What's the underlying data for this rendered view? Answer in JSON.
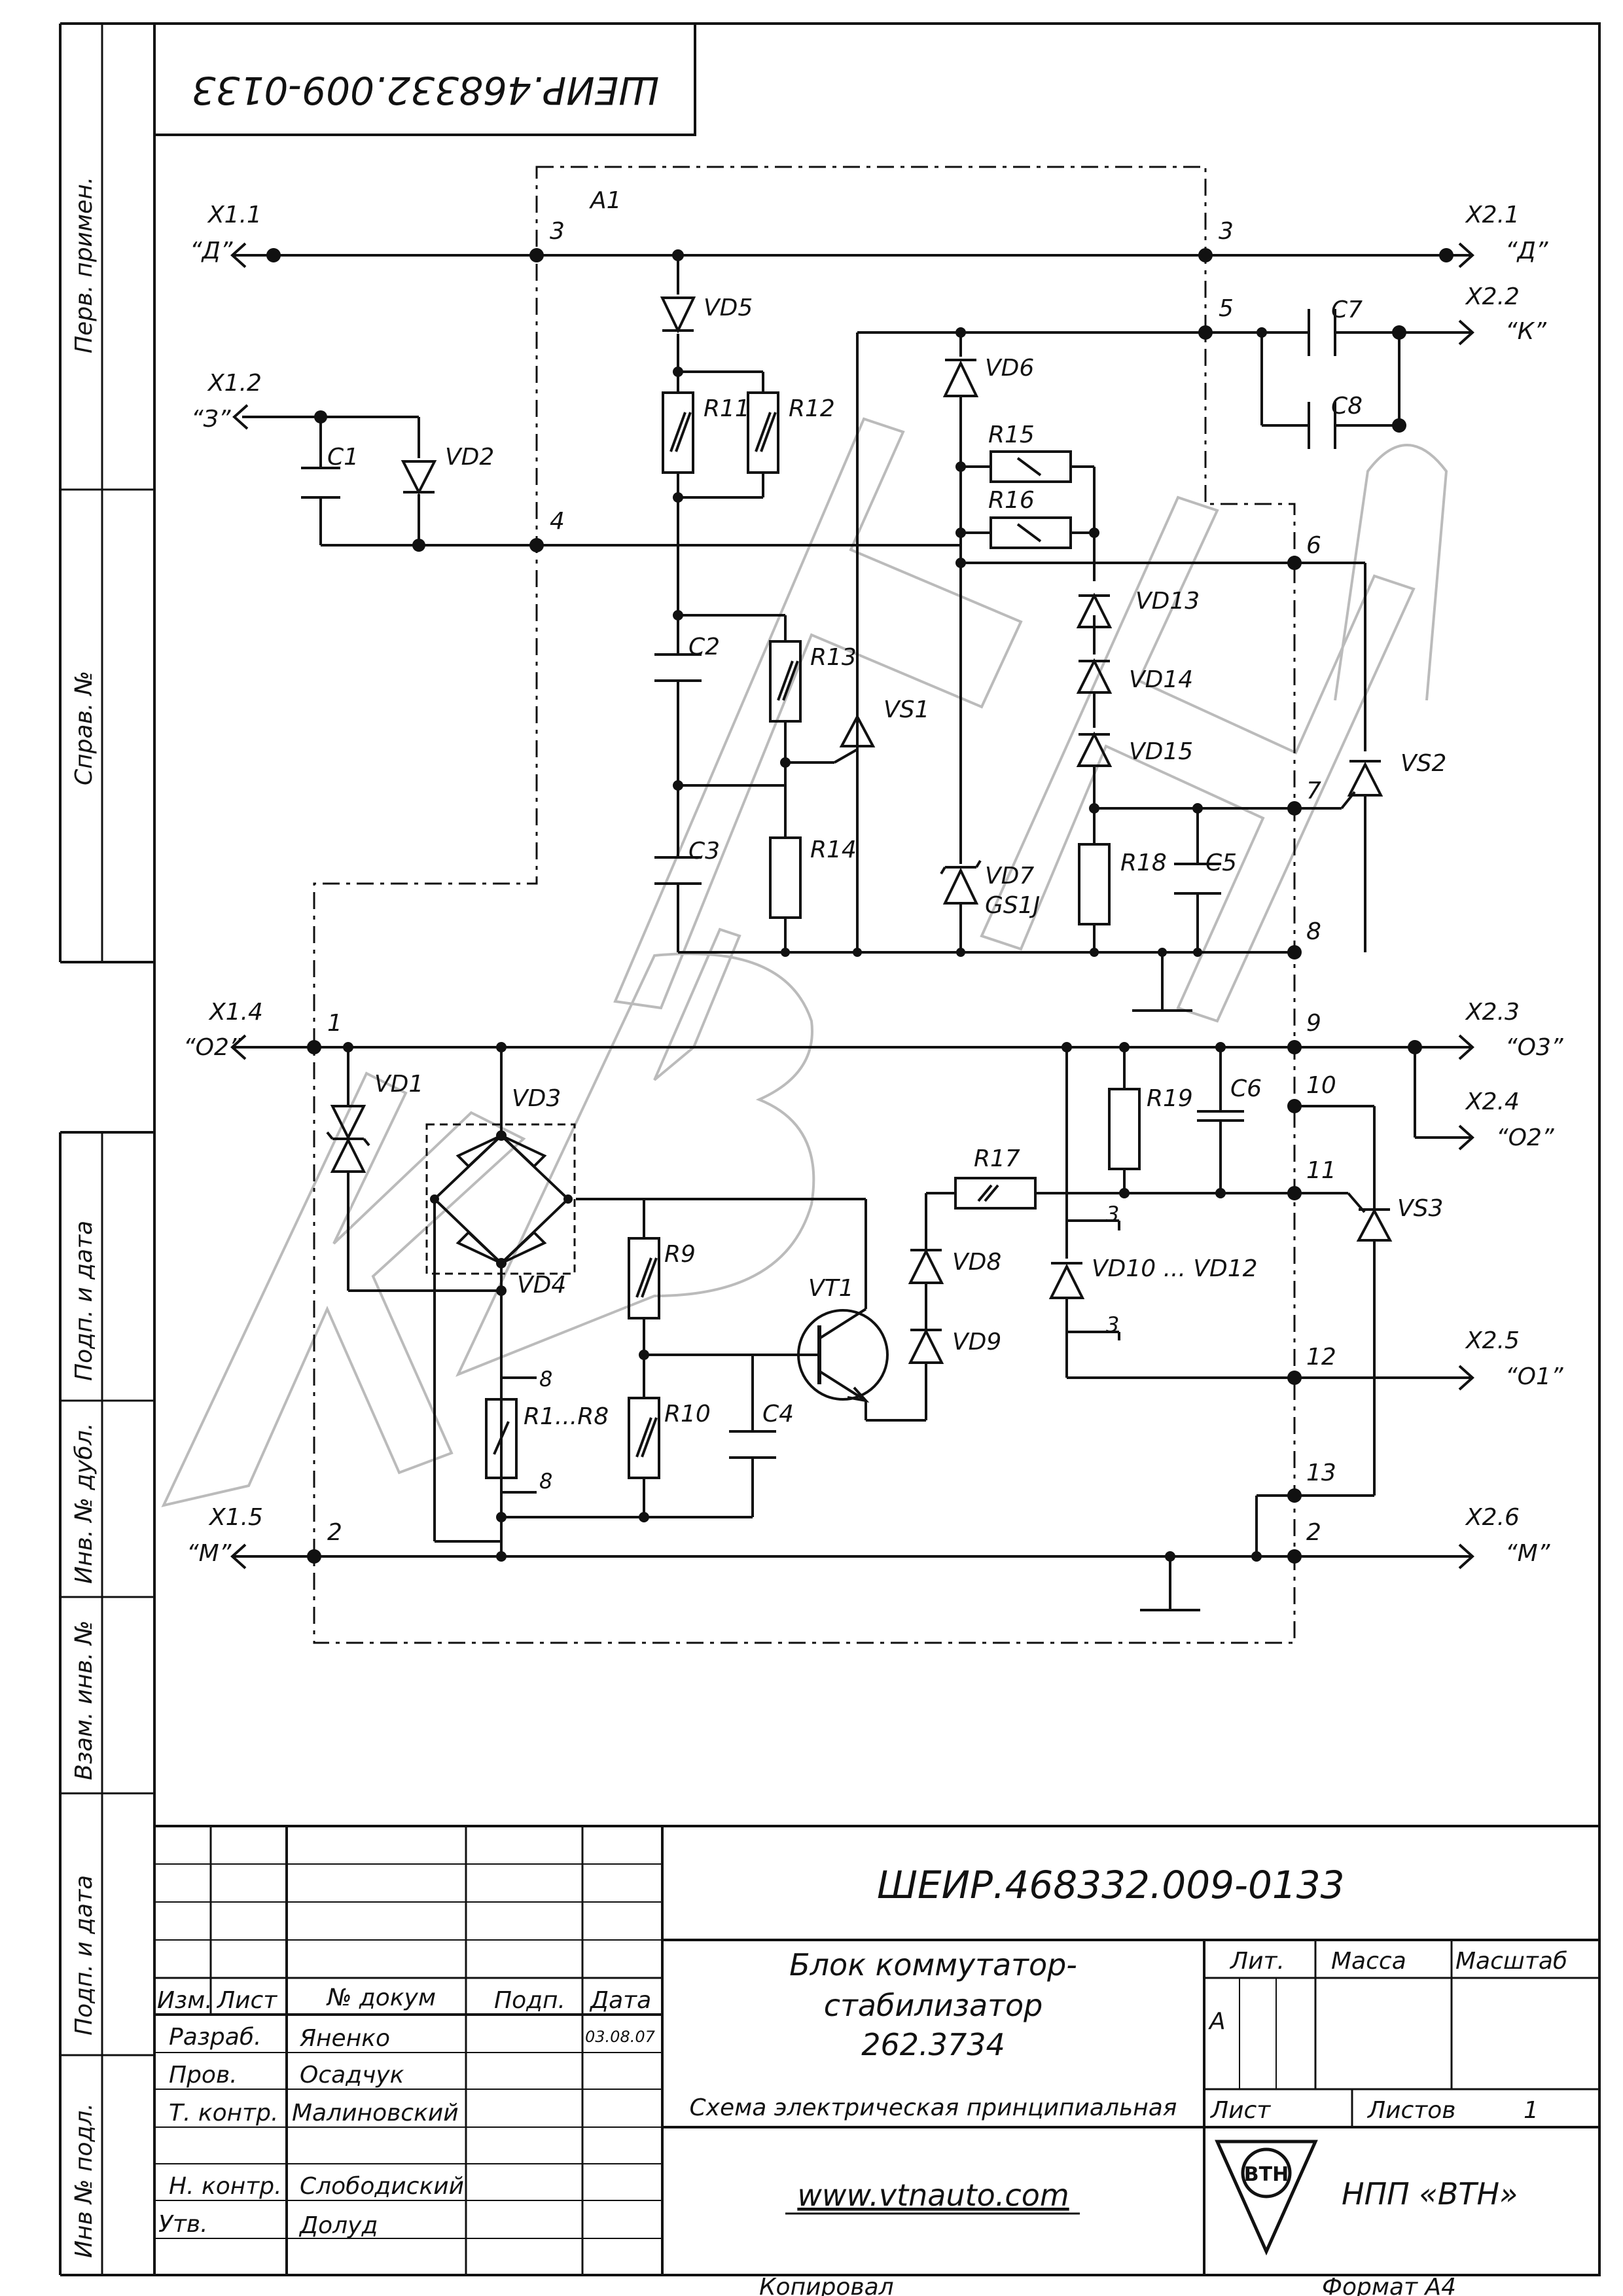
{
  "document": {
    "code": "ШЕИР.468332.009-0133",
    "code_mirrored": "ШЕИР.468332.009-0133",
    "title_lines": [
      "Блок коммутатор-",
      "стабилизатор",
      "262.3734"
    ],
    "subtitle": "Схема электрическая принципиальная",
    "website": "www.vtnauto.com",
    "company": "НПП «ВТН»",
    "logo_text": "ВТН",
    "copied_label": "Копировал",
    "format_label": "Формат А4"
  },
  "left_strip": {
    "perv_primen": "Перв. примен.",
    "sprav_no": "Справ. №",
    "podp_data_1": "Подп.  и  дата",
    "inv_dubl": "Инв. № дубл.",
    "vzam_inv": "Взам. инв. №",
    "podp_data_2": "Подп.  и  дата",
    "inv_podl": "Инв № подл."
  },
  "title_block": {
    "headers": {
      "izm": "Изм.",
      "list": "Лист",
      "dokum": "№ докум",
      "podp": "Подп.",
      "data": "Дата"
    },
    "rows": [
      {
        "role": "Разраб.",
        "name": "Яненко",
        "date": "03.08.07"
      },
      {
        "role": "Пров.",
        "name": "Осадчук",
        "date": ""
      },
      {
        "role": "Т. контр.",
        "name": "Малиновский",
        "date": ""
      },
      {
        "role": "Н. контр.",
        "name": "Слободиский",
        "date": ""
      },
      {
        "role": "Утв.",
        "name": "Долуд",
        "date": ""
      }
    ],
    "lit": "Лит.",
    "mass": "Масса",
    "scale": "Масштаб",
    "lit_value": "А",
    "sheet": "Лист",
    "sheets": "Листов",
    "sheets_value": "1"
  },
  "schematic": {
    "block": "A1",
    "pins": [
      "3",
      "4",
      "1",
      "2",
      "3",
      "5",
      "6",
      "7",
      "8",
      "9",
      "10",
      "11",
      "12",
      "13",
      "2"
    ],
    "connectors": [
      {
        "ref": "X1.1",
        "sig": "“Д”"
      },
      {
        "ref": "X1.2",
        "sig": "“З”"
      },
      {
        "ref": "X1.4",
        "sig": "“О2”"
      },
      {
        "ref": "X1.5",
        "sig": "“М”"
      },
      {
        "ref": "X2.1",
        "sig": "“Д”"
      },
      {
        "ref": "X2.2",
        "sig": "“К”"
      },
      {
        "ref": "X2.3",
        "sig": "“О3”"
      },
      {
        "ref": "X2.4",
        "sig": "“О2”"
      },
      {
        "ref": "X2.5",
        "sig": "“О1”"
      },
      {
        "ref": "X2.6",
        "sig": "“М”"
      }
    ],
    "labels": {
      "C1": "C1",
      "VD2": "VD2",
      "VD5": "VD5",
      "R11": "R11",
      "R12": "R12",
      "C2": "C2",
      "C3": "C3",
      "R13": "R13",
      "R14": "R14",
      "VS1": "VS1",
      "VD6": "VD6",
      "R15": "R15",
      "R16": "R16",
      "VD13": "VD13",
      "VD14": "VD14",
      "VD15": "VD15",
      "VD7": "VD7",
      "GS1J": "GS1J",
      "R18": "R18",
      "C5": "C5",
      "VS2": "VS2",
      "C7": "C7",
      "C8": "C8",
      "VD1": "VD1",
      "VD3": "VD3",
      "VD4": "VD4",
      "R9": "R9",
      "R10": "R10",
      "R1R8": "R1...R8",
      "VT1": "VT1",
      "C4": "C4",
      "R17": "R17",
      "VD8": "VD8",
      "VD9": "VD9",
      "VD10_12": "VD10 ... VD12",
      "R19": "R19",
      "C6": "C6",
      "VS3": "VS3",
      "n8": "8",
      "n3": "3"
    }
  }
}
